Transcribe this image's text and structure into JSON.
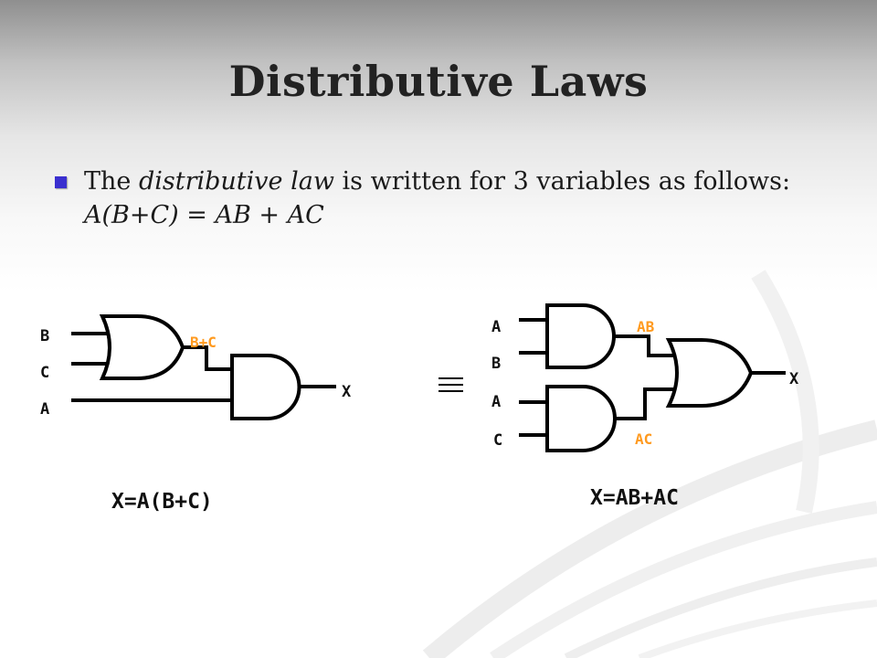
{
  "slide": {
    "title": "Distributive Laws",
    "bullet": {
      "pre": "The ",
      "emph": "distributive law",
      "post": " is written for 3 variables as follows:",
      "equation": "A(B+C) = AB + AC"
    }
  },
  "left_circuit": {
    "input_b": "B",
    "input_c": "C",
    "input_a": "A",
    "or_output": "B+C",
    "output": "X",
    "formula": "X=A(B+C)"
  },
  "equivalence_symbol": "≡",
  "right_circuit": {
    "and1_input_a": "A",
    "and1_input_b": "B",
    "and2_input_a": "A",
    "and2_input_c": "C",
    "and1_output": "AB",
    "and2_output": "AC",
    "output": "X",
    "formula": "X=AB+AC"
  },
  "colors": {
    "bullet": "#3a2fcf",
    "intermediate_label": "#ff9a1f",
    "text": "#111111"
  }
}
